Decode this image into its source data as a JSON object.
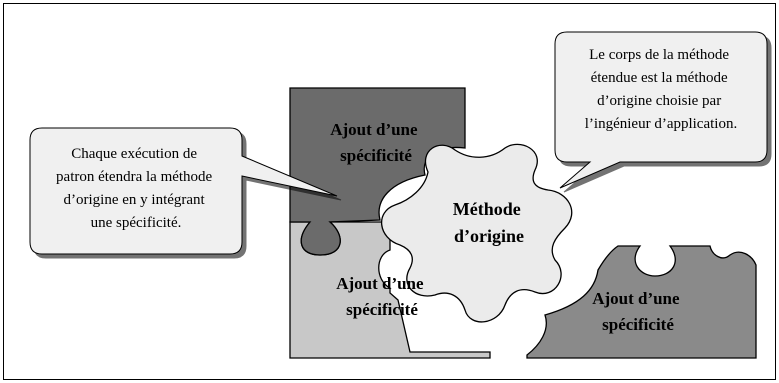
{
  "pieces": {
    "dark_top": [
      "Ajout d’une",
      "spécificité"
    ],
    "light_bottom": [
      "Ajout d’une",
      "spécificité"
    ],
    "right": [
      "Ajout d’une",
      "spécificité"
    ],
    "center": [
      "Méthode",
      "d’origine"
    ]
  },
  "callouts": {
    "left": [
      "Chaque exécution de",
      "patron étendra la méthode",
      "d’origine en y intégrant",
      "une spécificité."
    ],
    "right": [
      "Le corps de la méthode",
      "étendue est la méthode",
      "d’origine choisie par",
      "l’ingénieur d’application."
    ]
  },
  "colors": {
    "dark_piece": "#6b6b6b",
    "light_piece": "#c8c8c8",
    "right_piece": "#8a8a8a",
    "center_piece": "#ebebeb",
    "bubble": "#f0f0f0"
  }
}
